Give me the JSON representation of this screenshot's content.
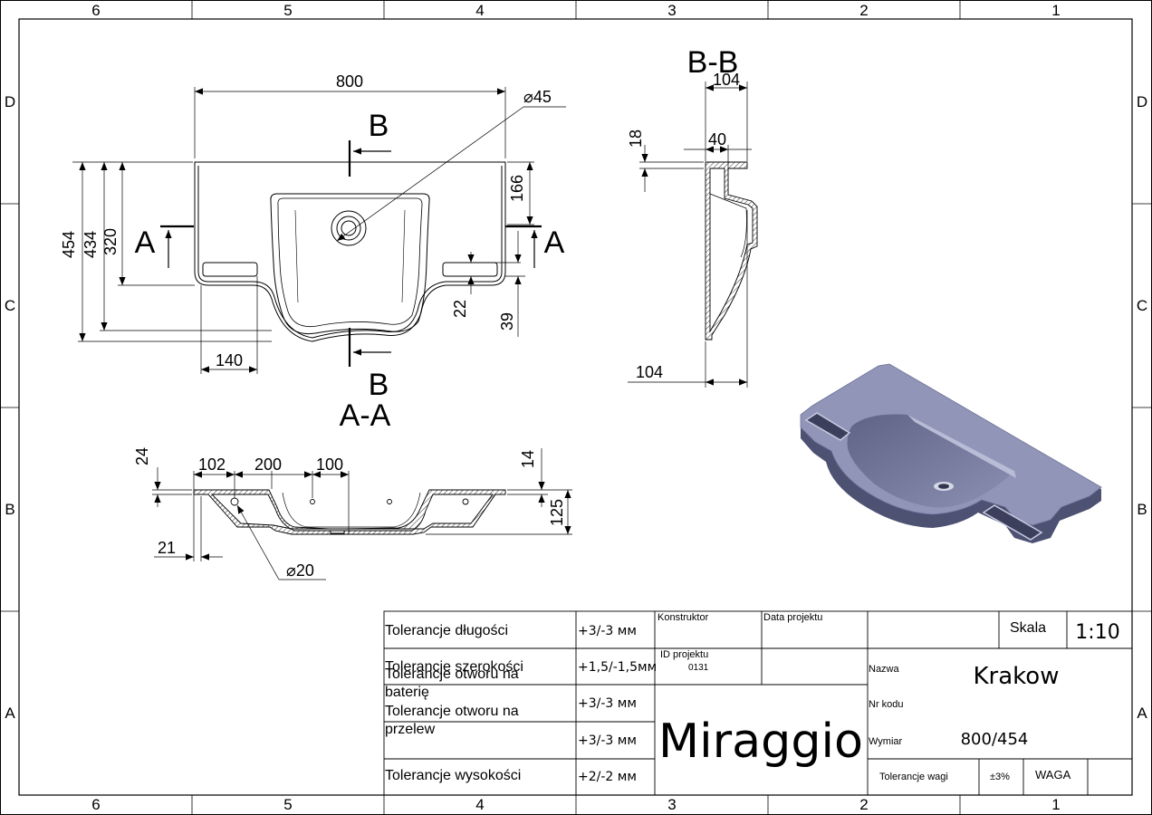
{
  "frame": {
    "columns_top": [
      "6",
      "5",
      "4",
      "3",
      "2",
      "1"
    ],
    "rows_side": [
      "D",
      "C",
      "B",
      "A"
    ]
  },
  "views": {
    "top": {
      "dim_width": "800",
      "dim_hole_diameter": "⌀45",
      "dim_h_454": "454",
      "dim_h_434": "434",
      "dim_h_320": "320",
      "dim_166": "166",
      "dim_22": "22",
      "dim_39": "39",
      "dim_140": "140",
      "section_b_top": "B",
      "section_b_bottom": "B",
      "section_a_left": "A",
      "section_a_right": "A"
    },
    "section_aa": {
      "title": "A-A",
      "dim_24": "24",
      "dim_102": "102",
      "dim_200": "200",
      "dim_100": "100",
      "dim_14": "14",
      "dim_125": "125",
      "dim_21": "21",
      "dim_d20": "⌀20"
    },
    "section_bb": {
      "title": "B-B",
      "dim_104_top": "104",
      "dim_40": "40",
      "dim_18": "18",
      "dim_104_bottom": "104"
    }
  },
  "title_block": {
    "tolerances": [
      {
        "label": "Tolerancje długości",
        "value": "+3/-3 мм"
      },
      {
        "label": "Tolerancje szerokości",
        "value": "+1,5/-1,5мм"
      },
      {
        "label": "Tolerancje otworu na\nbaterię",
        "value": "+3/-3 мм"
      },
      {
        "label": "Tolerancje otworu na\nprzelew",
        "value": "+3/-3 мм"
      },
      {
        "label": "Tolerancje wysokości",
        "value": "+2/-2 мм"
      }
    ],
    "konstruktor_label": "Konstruktor",
    "data_projektu_label": "Data projektu",
    "id_projektu_label": "ID projektu",
    "id_projektu_value": "0131",
    "brand": "Miraggio",
    "skala_label": "Skala",
    "skala_value": "1:10",
    "nazwa_label": "Nazwa",
    "nazwa_value": "Krakow",
    "nr_kodu_label": "Nr kodu",
    "wymiar_label": "Wymiar",
    "wymiar_value": "800/454",
    "tolerancje_wagi_label": "Tolerancje wagi",
    "tolerancje_wagi_value": "±3%",
    "waga_label": "WAGA"
  },
  "colors": {
    "line": "#000000",
    "render_body": "#8e93b6",
    "render_dark": "#5d6186",
    "render_light": "#b9bdd6"
  }
}
